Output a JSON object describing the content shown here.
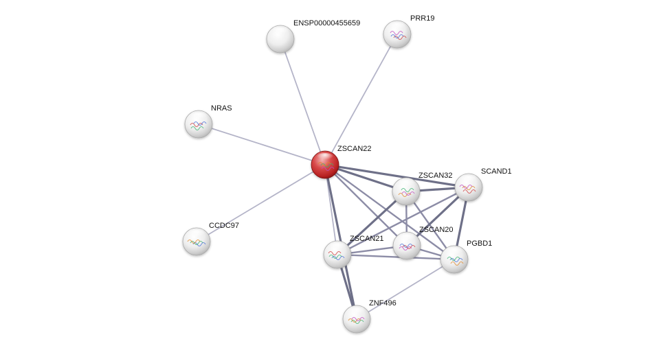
{
  "network": {
    "nodes": [
      {
        "id": "zscan22",
        "label": "ZSCAN22",
        "color": "#cc2b2b",
        "query": true,
        "structure": "protein-structure-icon"
      },
      {
        "id": "ensp",
        "label": "ENSP00000455659",
        "color": "#e8e8e8",
        "query": false,
        "structure": ""
      },
      {
        "id": "prr19",
        "label": "PRR19",
        "color": "#e8e8e8",
        "query": false,
        "structure": "protein-structure-icon"
      },
      {
        "id": "nras",
        "label": "NRAS",
        "color": "#e8e8e8",
        "query": false,
        "structure": "protein-structure-icon"
      },
      {
        "id": "ccdc97",
        "label": "CCDC97",
        "color": "#e8e8e8",
        "query": false,
        "structure": "protein-structure-icon"
      },
      {
        "id": "zscan32",
        "label": "ZSCAN32",
        "color": "#e8e8e8",
        "query": false,
        "structure": "protein-structure-icon"
      },
      {
        "id": "scand1",
        "label": "SCAND1",
        "color": "#e8e8e8",
        "query": false,
        "structure": "protein-structure-icon"
      },
      {
        "id": "zscan20",
        "label": "ZSCAN20",
        "color": "#e8e8e8",
        "query": false,
        "structure": "protein-structure-icon"
      },
      {
        "id": "zscan21",
        "label": "ZSCAN21",
        "color": "#e8e8e8",
        "query": false,
        "structure": "protein-structure-icon"
      },
      {
        "id": "pgbd1",
        "label": "PGBD1",
        "color": "#e8e8e8",
        "query": false,
        "structure": "protein-structure-icon"
      },
      {
        "id": "znf496",
        "label": "ZNF496",
        "color": "#e8e8e8",
        "query": false,
        "structure": "protein-structure-icon"
      }
    ],
    "edges": [
      {
        "from": "zscan22",
        "to": "ensp",
        "strength": "low"
      },
      {
        "from": "zscan22",
        "to": "prr19",
        "strength": "low"
      },
      {
        "from": "zscan22",
        "to": "nras",
        "strength": "low"
      },
      {
        "from": "zscan22",
        "to": "ccdc97",
        "strength": "low"
      },
      {
        "from": "zscan22",
        "to": "zscan32",
        "strength": "high"
      },
      {
        "from": "zscan22",
        "to": "scand1",
        "strength": "high"
      },
      {
        "from": "zscan22",
        "to": "zscan20",
        "strength": "medium"
      },
      {
        "from": "zscan22",
        "to": "zscan21",
        "strength": "low"
      },
      {
        "from": "zscan22",
        "to": "pgbd1",
        "strength": "medium"
      },
      {
        "from": "zscan22",
        "to": "znf496",
        "strength": "high"
      },
      {
        "from": "zscan32",
        "to": "scand1",
        "strength": "high"
      },
      {
        "from": "zscan32",
        "to": "zscan21",
        "strength": "high"
      },
      {
        "from": "zscan32",
        "to": "zscan20",
        "strength": "medium"
      },
      {
        "from": "zscan32",
        "to": "pgbd1",
        "strength": "medium"
      },
      {
        "from": "scand1",
        "to": "zscan20",
        "strength": "high"
      },
      {
        "from": "scand1",
        "to": "pgbd1",
        "strength": "high"
      },
      {
        "from": "scand1",
        "to": "zscan21",
        "strength": "medium"
      },
      {
        "from": "zscan20",
        "to": "zscan21",
        "strength": "medium"
      },
      {
        "from": "zscan20",
        "to": "pgbd1",
        "strength": "medium"
      },
      {
        "from": "zscan21",
        "to": "znf496",
        "strength": "high"
      },
      {
        "from": "zscan21",
        "to": "pgbd1",
        "strength": "medium"
      },
      {
        "from": "pgbd1",
        "to": "znf496",
        "strength": "low"
      }
    ],
    "edge_colors": {
      "low": "#b4b4c8",
      "medium": "#8c8ca6",
      "high": "#6e7088"
    }
  }
}
